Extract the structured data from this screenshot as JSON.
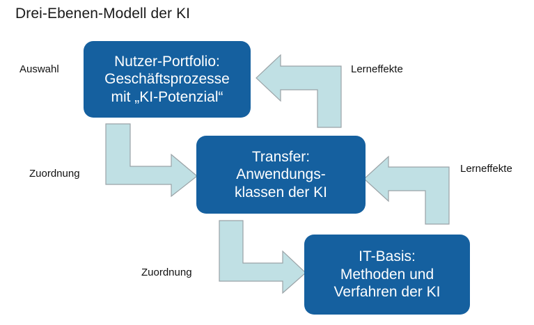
{
  "diagram": {
    "title": "Drei-Ebenen-Modell der KI",
    "colors": {
      "node_fill": "#15609F",
      "node_text": "#FFFFFF",
      "arrow_fill": "#C0E0E4",
      "arrow_stroke": "#9AA2A6",
      "background": "#FFFFFF",
      "label_text": "#111111"
    },
    "nodes": [
      {
        "id": "nutzer-portfolio",
        "lines": [
          "Nutzer-Portfolio:",
          "Geschäftsprozesse",
          "mit „KI-Potenzial“"
        ]
      },
      {
        "id": "transfer",
        "lines": [
          "Transfer:",
          "Anwendungs-",
          "klassen der KI"
        ]
      },
      {
        "id": "it-basis",
        "lines": [
          "IT-Basis:",
          "Methoden und",
          "Verfahren der KI"
        ]
      }
    ],
    "edge_labels": [
      {
        "id": "auswahl",
        "text": "Auswahl"
      },
      {
        "id": "lerneffekte-oben",
        "text": "Lerneffekte"
      },
      {
        "id": "zuordnung-oben",
        "text": "Zuordnung"
      },
      {
        "id": "lerneffekte-mitte",
        "text": "Lerneffekte"
      },
      {
        "id": "zuordnung-unten",
        "text": "Zuordnung"
      }
    ],
    "arrows": [
      {
        "id": "portfolio-zu-transfer",
        "direction": "down-then-right"
      },
      {
        "id": "transfer-zu-it-basis",
        "direction": "down-then-right"
      },
      {
        "id": "transfer-zu-portfolio",
        "direction": "up-then-left"
      },
      {
        "id": "it-basis-zu-transfer",
        "direction": "up-then-left"
      }
    ]
  }
}
